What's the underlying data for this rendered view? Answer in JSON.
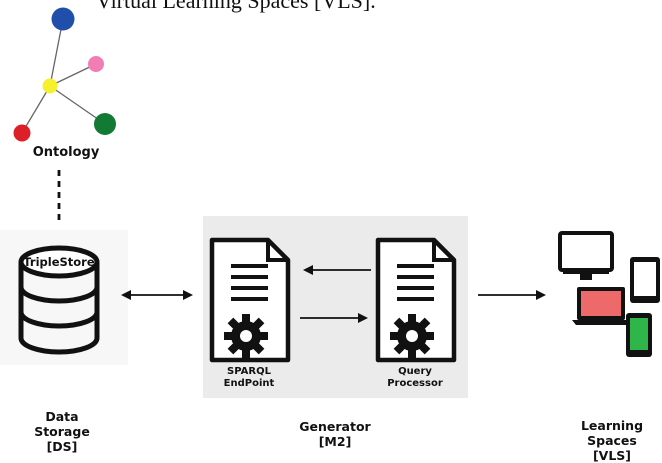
{
  "header": {
    "cut_off_title": "Virtual Learning Spaces [VLS]."
  },
  "ontology": {
    "label": "Ontology",
    "node_colors": {
      "blue": "#1f4faa",
      "pink": "#f27db4",
      "yellow": "#f6f12e",
      "red": "#dd2027",
      "green": "#137a33"
    }
  },
  "triplestore": {
    "label": "TripleStore"
  },
  "generator_box": {
    "sparql_label_line1": "SPARQL",
    "sparql_label_line2": "EndPoint",
    "query_label_line1": "Query",
    "query_label_line2": "Processor"
  },
  "captions": {
    "data_storage_line1": "Data",
    "data_storage_line2": "Storage",
    "data_storage_line3": "[DS]",
    "generator_line1": "Generator",
    "generator_line2": "[M2]",
    "learning_spaces_line1": "Learning",
    "learning_spaces_line2": "Spaces",
    "learning_spaces_line3": "[VLS]"
  },
  "colors": {
    "box_bg": "#ebebeb",
    "laptop_screen": "#ee6a6a",
    "phone_screen": "#2fb64a",
    "ink": "#111111"
  }
}
